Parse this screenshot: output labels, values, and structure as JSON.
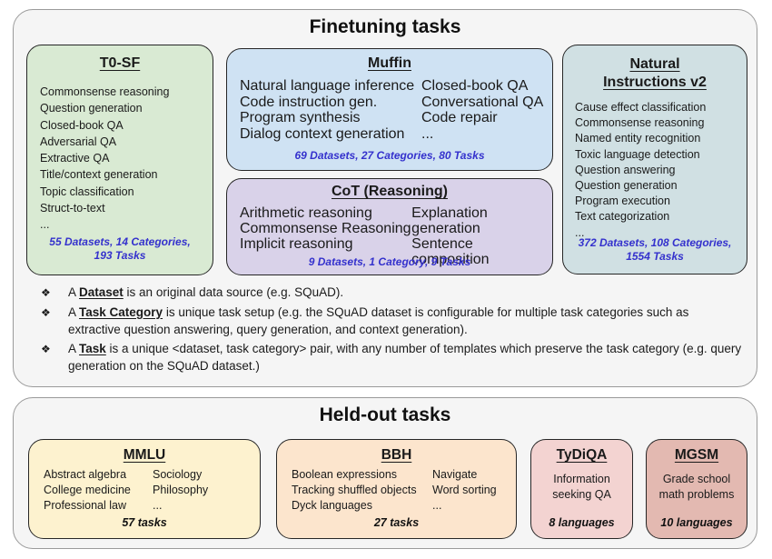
{
  "colors": {
    "panel_bg": "#f5f5f5",
    "panel_border": "#9a9a9a",
    "box_border": "#262626",
    "stats_blue": "#3431cd",
    "t0sf_bg": "#d9ead3",
    "muffin_bg": "#cfe2f3",
    "cot_bg": "#d9d2e9",
    "niv2_bg": "#d0e0e3",
    "mmlu_bg": "#fdf2cf",
    "bbh_bg": "#fce5cd",
    "tydiqa_bg": "#f3d3d1",
    "mgsm_bg": "#e3b9b1"
  },
  "finetuning": {
    "title": "Finetuning tasks",
    "bullet_glyph": "❖",
    "t0sf": {
      "title": "T0-SF",
      "items": [
        "Commonsense reasoning",
        "Question generation",
        "Closed-book QA",
        "Adversarial QA",
        "Extractive QA",
        "Title/context generation",
        "Topic classification",
        "Struct-to-text",
        "..."
      ],
      "stats_line1": "55 Datasets, 14 Categories,",
      "stats_line2": "193 Tasks"
    },
    "muffin": {
      "title": "Muffin",
      "col1": [
        "Natural language inference",
        "Code instruction gen.",
        "Program synthesis",
        "Dialog context generation"
      ],
      "col2": [
        "Closed-book QA",
        "Conversational QA",
        "Code repair",
        "..."
      ],
      "stats": "69 Datasets, 27 Categories, 80 Tasks"
    },
    "cot": {
      "title": "CoT (Reasoning)",
      "col1": [
        "Arithmetic reasoning",
        "Commonsense Reasoning",
        "Implicit reasoning"
      ],
      "col2": [
        "Explanation generation",
        "Sentence composition",
        "..."
      ],
      "stats": "9 Datasets, 1 Category, 9 Tasks"
    },
    "niv2": {
      "title_line1": "Natural",
      "title_line2": "Instructions v2",
      "items": [
        "Cause effect classification",
        "Commonsense reasoning",
        "Named entity recognition",
        "Toxic language detection",
        "Question answering",
        "Question generation",
        "Program execution",
        "Text categorization",
        "..."
      ],
      "stats_line1": "372 Datasets, 108 Categories,",
      "stats_line2": "1554 Tasks"
    },
    "notes": [
      {
        "prefix": "A ",
        "term": "Dataset",
        "rest": " is an original data source (e.g. SQuAD)."
      },
      {
        "prefix": "A ",
        "term": "Task Category",
        "rest": " is unique task setup (e.g. the SQuAD dataset is configurable for multiple task categories such as extractive question answering, query generation, and context generation)."
      },
      {
        "prefix": "A ",
        "term": "Task",
        "rest": " is a unique <dataset, task category> pair, with any number of templates which preserve the task category (e.g. query generation on the SQuAD dataset.)"
      }
    ]
  },
  "heldout": {
    "title": "Held-out tasks",
    "mmlu": {
      "title": "MMLU",
      "col1": [
        "Abstract algebra",
        "College medicine",
        "Professional law"
      ],
      "col2": [
        "Sociology",
        "Philosophy",
        "..."
      ],
      "stats": "57 tasks"
    },
    "bbh": {
      "title": "BBH",
      "col1": [
        "Boolean expressions",
        "Tracking shuffled objects",
        "Dyck languages"
      ],
      "col2": [
        "Navigate",
        "Word sorting",
        "..."
      ],
      "stats": "27 tasks"
    },
    "tydiqa": {
      "title": "TyDiQA",
      "line1": "Information",
      "line2": "seeking QA",
      "stats": "8 languages"
    },
    "mgsm": {
      "title": "MGSM",
      "line1": "Grade school",
      "line2": "math problems",
      "stats": "10 languages"
    }
  }
}
